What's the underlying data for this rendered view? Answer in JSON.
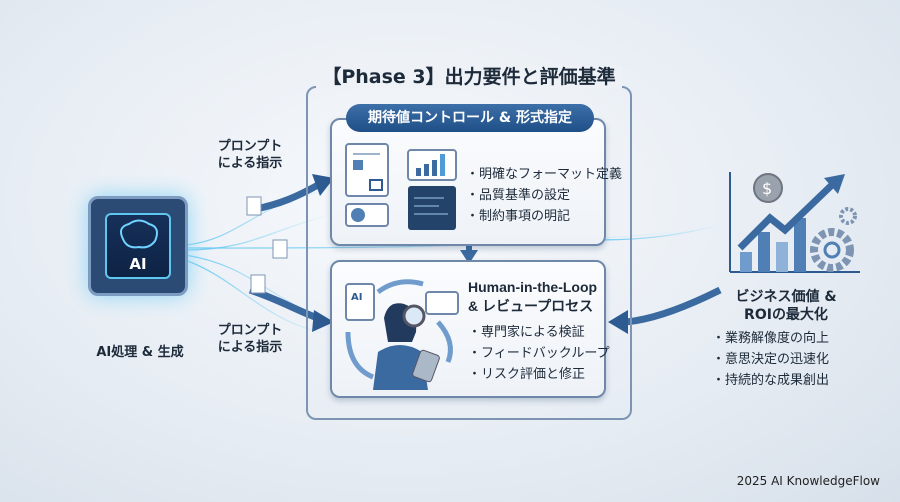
{
  "title": "【Phase 3】出力要件と評価基準",
  "top_card": {
    "pill": "期待値コントロール & 形式指定",
    "items": [
      "明確なフォーマット定義",
      "品質基準の設定",
      "制約事項の明記"
    ]
  },
  "bottom_card": {
    "heading1": "Human-in-the-Loop",
    "heading2": "& レビュープロセス",
    "doc_label": "AI",
    "items": [
      "専門家による検証",
      "フィードバックループ",
      "リスク評価と修正"
    ]
  },
  "left": {
    "chip_label": "AI",
    "caption": "AI処理 & 生成",
    "prompt_top": [
      "プロンプト",
      "による指示"
    ],
    "prompt_bottom": [
      "プロンプト",
      "による指示"
    ]
  },
  "right": {
    "title1": "ビジネス価値 &",
    "title2": "ROIの最大化",
    "coin": "$",
    "items": [
      "業務解像度の向上",
      "意思決定の迅速化",
      "持続的な成果創出"
    ]
  },
  "footer": "2025 AI KnowledgeFlow",
  "colors": {
    "accent": "#1f4f87",
    "frame": "#7d95b3",
    "glow": "#5fc6f0"
  }
}
